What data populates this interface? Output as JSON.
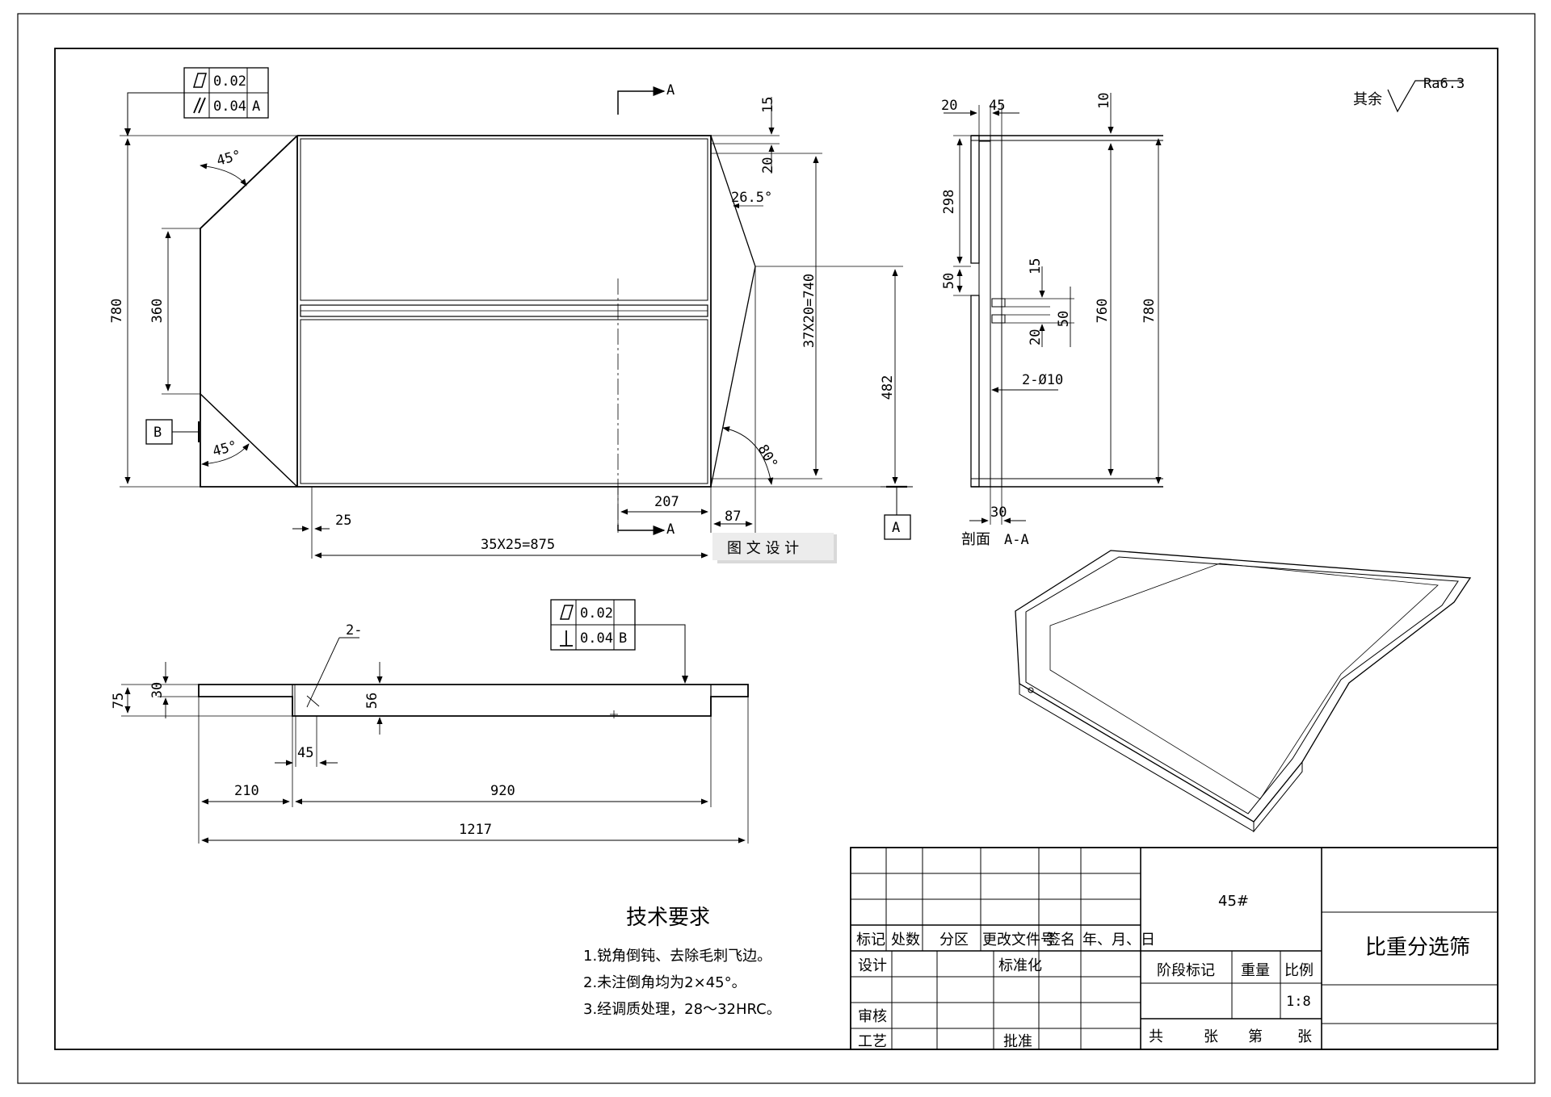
{
  "roughness": {
    "prefix": "其余",
    "value": "Ra6.3"
  },
  "tolerances": {
    "top": {
      "flatness": "0.02",
      "parallel": "0.04",
      "datum": "A"
    },
    "front": {
      "flatness": "0.02",
      "perpendicular": "0.04",
      "datum": "B"
    }
  },
  "datums": {
    "a_label": "A",
    "b_label": "B"
  },
  "section_labels": {
    "top_arrow": "A",
    "bottom_arrow": "A",
    "section_title": "剖面",
    "section_name": "A-A"
  },
  "dims_plan": {
    "d780": "780",
    "d360": "360",
    "ang45a": "45°",
    "ang45b": "45°",
    "d15": "15",
    "d20": "20",
    "ang265": "26.5°",
    "d37x20": "37X20=740",
    "d482": "482",
    "ang80": "80°",
    "d207": "207",
    "d87": "87",
    "d25": "25",
    "d35x25": "35X25=875"
  },
  "watermark": "图 文 设 计",
  "dims_section": {
    "d20": "20",
    "d45": "45",
    "d10": "10",
    "d298": "298",
    "d50a": "50",
    "d15": "15",
    "d50b": "50",
    "d20b": "20",
    "d760": "760",
    "d780": "780",
    "hole": "2-Ø10",
    "d30": "30"
  },
  "dims_front": {
    "d75": "75",
    "d30": "30",
    "chamfer": "2-",
    "d56": "56",
    "d45": "45",
    "d210": "210",
    "d920": "920",
    "d1217": "1217"
  },
  "tech": {
    "title": "技术要求",
    "items": [
      "1.锐角倒钝、去除毛刺飞边。",
      "2.未注倒角均为2×45°。",
      "3.经调质处理，28～32HRC。"
    ]
  },
  "title_block": {
    "headers": [
      "标记",
      "处数",
      "分区",
      "更改文件号",
      "签名",
      "年、月、日"
    ],
    "design": "设计",
    "standard": "标准化",
    "review": "审核",
    "process": "工艺",
    "approve": "批准",
    "material": "45#",
    "stage": "阶段标记",
    "weight": "重量",
    "scale_label": "比例",
    "scale": "1:8",
    "total": "共",
    "sheet_unit": "张",
    "sheet_no": "第",
    "sheet_unit2": "张",
    "part_name": "比重分选筛"
  }
}
